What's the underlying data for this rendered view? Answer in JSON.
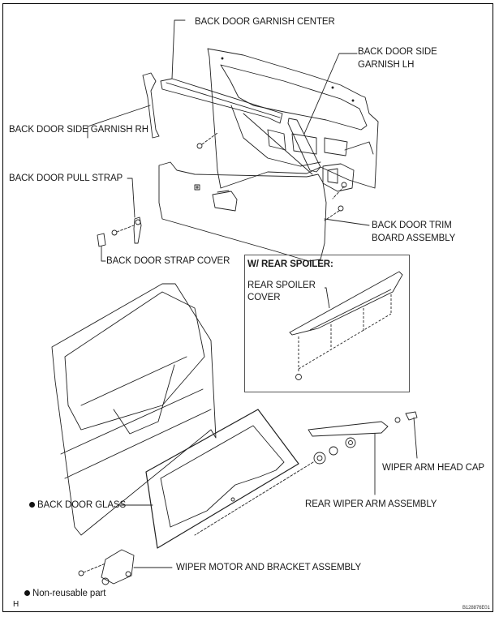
{
  "figure": {
    "title_code": "B128876E01",
    "corner_letter": "H"
  },
  "labels": {
    "garnish_center": "BACK DOOR GARNISH CENTER",
    "side_garnish_lh_line1": "BACK DOOR SIDE",
    "side_garnish_lh_line2": "GARNISH LH",
    "side_garnish_rh": "BACK DOOR SIDE GARNISH RH",
    "pull_strap": "BACK DOOR PULL STRAP",
    "strap_cover": "BACK DOOR STRAP COVER",
    "trim_board_line1": "BACK DOOR TRIM",
    "trim_board_line2": "BOARD ASSEMBLY",
    "back_door_glass": "BACK DOOR GLASS",
    "rear_wiper_arm": "REAR WIPER ARM ASSEMBLY",
    "wiper_arm_head_cap": "WIPER ARM HEAD CAP",
    "wiper_motor": "WIPER MOTOR AND BRACKET ASSEMBLY"
  },
  "inset": {
    "heading": "W/ REAR SPOILER:",
    "spoiler_cover_line1": "REAR SPOILER",
    "spoiler_cover_line2": "COVER"
  },
  "legend": {
    "symbol": "filled-dot",
    "text": "Non-reusable part"
  }
}
